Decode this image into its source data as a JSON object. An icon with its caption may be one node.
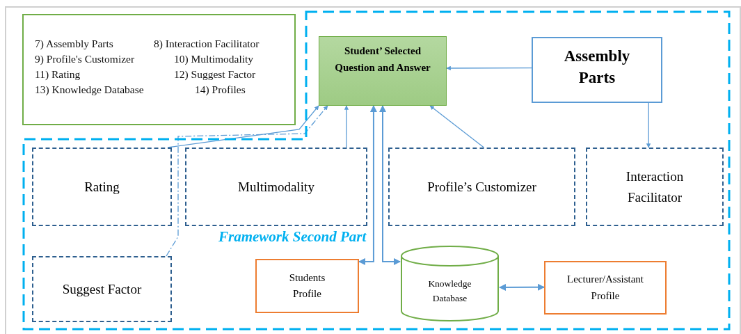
{
  "diagram": {
    "nodes": [
      {
        "text": [
          "Framework Second Part"
        ]
      },
      {
        "text": [
          "7) Assembly Parts",
          "8) Interaction Facilitator",
          "9) Profile's Customizer",
          "10) Multimodality",
          "11) Rating",
          "12) Suggest Factor",
          "13) Knowledge Database",
          "14) Profiles"
        ]
      },
      {
        "text": [
          "Student’ Selected Question and Answer"
        ],
        "in": 0
      },
      {
        "text": [
          "Assembly Parts"
        ],
        "in": 0
      },
      {
        "text": [
          "Rating"
        ],
        "in": 0
      },
      {
        "text": [
          "Multimodality"
        ],
        "in": 0
      },
      {
        "text": [
          "Profile’s Customizer"
        ],
        "in": 0
      },
      {
        "text": [
          "Interaction Facilitator"
        ],
        "in": 0
      },
      {
        "text": [
          "Suggest Factor"
        ],
        "in": 0
      },
      {
        "text": [
          "Students Profile"
        ],
        "in": 0
      },
      {
        "text": [
          "Knowledge Database"
        ],
        "in": 0
      },
      {
        "text": [
          "Lecturer/Assistant Profile"
        ],
        "in": 0
      }
    ],
    "edges": [
      {
        "from": 3,
        "to": 2,
        "arrow": "to"
      },
      {
        "from": 3,
        "to": 7,
        "arrow": "to"
      },
      {
        "from": 4,
        "to": 2,
        "arrow": "to"
      },
      {
        "from": 8,
        "to": 2,
        "arrow": "to",
        "style": "dashed"
      },
      {
        "from": 5,
        "to": 2,
        "arrow": "to"
      },
      {
        "from": 6,
        "to": 2,
        "arrow": "to"
      },
      {
        "from": 2,
        "to": 9,
        "arrow": "both"
      },
      {
        "from": 2,
        "to": 10,
        "arrow": "both"
      },
      {
        "from": 10,
        "to": 11,
        "arrow": "both"
      }
    ]
  }
}
